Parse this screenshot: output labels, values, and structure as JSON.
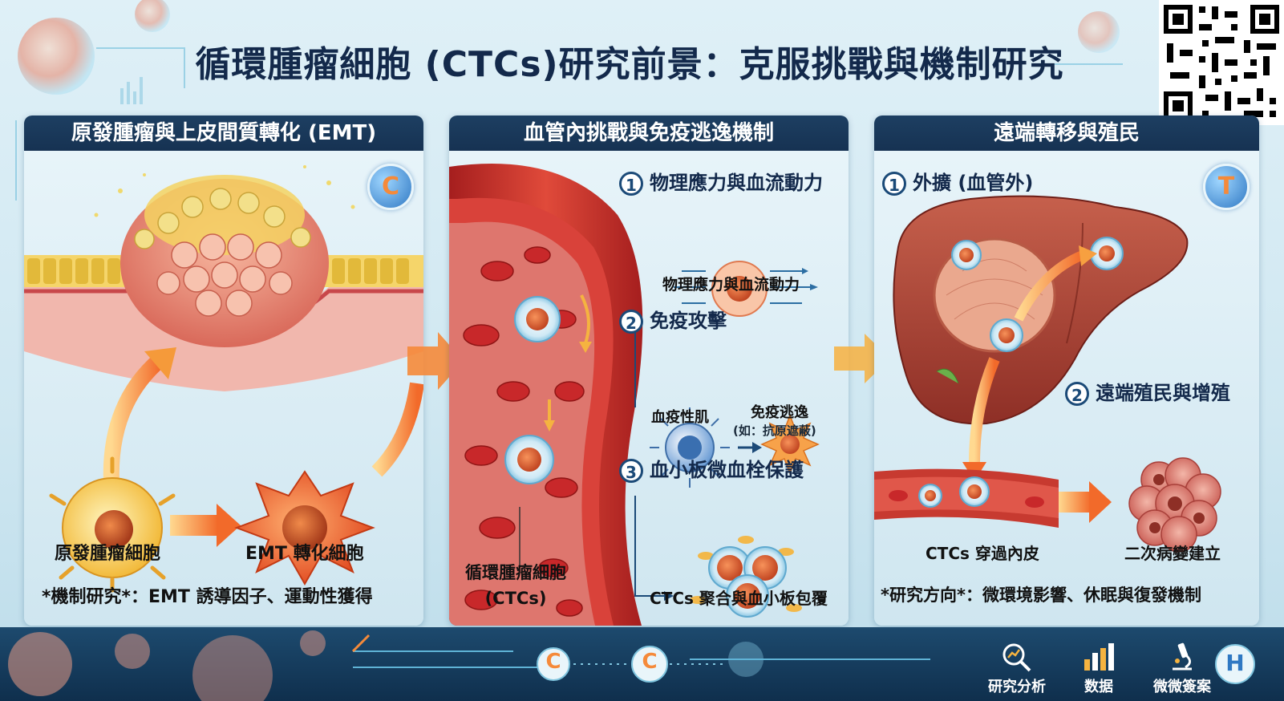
{
  "title": "循環腫瘤細胞 (CTCs)研究前景：克服挑戰與機制研究",
  "panels": [
    {
      "header": "原發腫瘤與上皮間質轉化 (EMT)",
      "badge": "C",
      "labels": {
        "primary_cell": "原發腫瘤細胞",
        "emt_cell": "EMT 轉化細胞"
      },
      "footer": "*機制研究*：EMT 誘導因子、運動性獲得"
    },
    {
      "header": "血管內挑戰與免疫逃逸機制",
      "vessel_label": "循環腫瘤細胞\n(CTCs)",
      "steps": [
        {
          "num": "1",
          "title": "物理應力與血流動力",
          "caption": "物理應力與血流動力"
        },
        {
          "num": "2",
          "title": "免疫攻擊",
          "caption_left": "血疫性肌",
          "caption_right": "免疫逃逸",
          "caption_right_sub": "(如：抗原遮蔽)"
        },
        {
          "num": "3",
          "title": "血小板微血栓保護",
          "caption": "CTCs 聚合與血小板包覆"
        }
      ]
    },
    {
      "header": "遠端轉移與殖民",
      "badge": "T",
      "steps": [
        {
          "num": "1",
          "title": "外擴 (血管外)"
        },
        {
          "num": "2",
          "title": "遠端殖民與增殖"
        }
      ],
      "labels": {
        "ctc_cross": "CTCs 穿過內皮",
        "secondary": "二次病變建立"
      },
      "footer": "*研究方向*：微環境影響、休眠與復發機制"
    }
  ],
  "bottom_tools": [
    {
      "label": "研究分析",
      "icon": "magnifier-chart-icon"
    },
    {
      "label": "数据",
      "icon": "bar-chart-icon"
    },
    {
      "label": "微微簽案",
      "icon": "microscope-icon"
    }
  ],
  "bottom_badges": [
    "C",
    "C",
    "H"
  ],
  "colors": {
    "header": "#1d3f62",
    "title": "#13294b",
    "accent": "#f58a3a",
    "vessel": "#c62f2a"
  }
}
